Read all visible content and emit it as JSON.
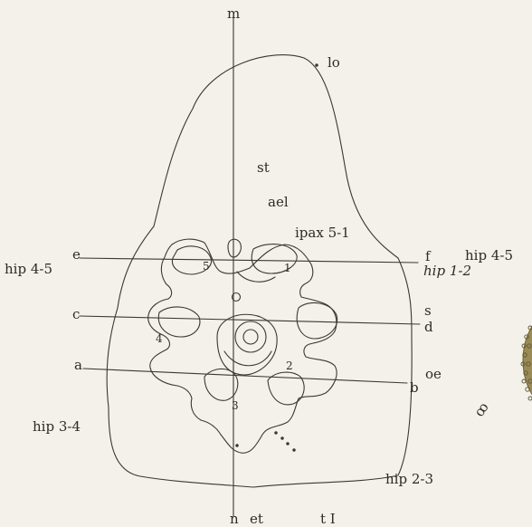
{
  "colors": {
    "ink": "#3a3832",
    "paper": "#f3f1ea",
    "specimen": "#9a8a58",
    "specimen_dots": "#6d6440"
  },
  "labels": {
    "m": "m",
    "lo": "lo",
    "st": "st",
    "ael": "ael",
    "ipax": "ipax 5-1",
    "e": "e",
    "f": "f",
    "hip45_right": "hip 4-5",
    "hip45_left": "hip 4-5",
    "hip12": "hip 1-2",
    "c": "c",
    "s": "s",
    "d": "d",
    "oe": "oe",
    "a": "a",
    "b": "b",
    "hip34": "hip 3-4",
    "hip23": "hip 2-3",
    "n": "n",
    "et": "et",
    "t1": "t I",
    "num1": "1",
    "num2": "2",
    "num3": "3",
    "num4": "4",
    "num5": "5",
    "margin_mark": "ꝏ"
  }
}
